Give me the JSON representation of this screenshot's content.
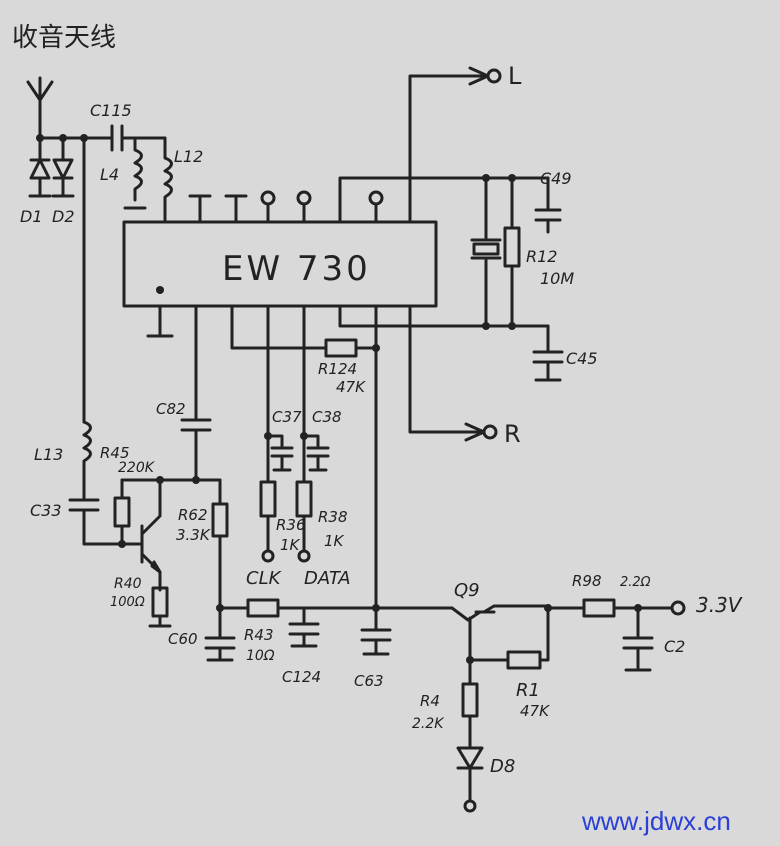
{
  "title": "收音天线",
  "ic_label": "EW 730",
  "watermark": "www.jdwx.cn",
  "labels": {
    "c115": "C115",
    "d1": "D1",
    "d2": "D2",
    "l4": "L4",
    "l12": "L12",
    "c49": "C49",
    "r12": "R12",
    "r12_val": "10M",
    "c45": "C45",
    "out_l": "L",
    "out_r": "R",
    "r124": "R124",
    "r124_val": "47K",
    "c82": "C82",
    "c37": "C37",
    "c38": "C38",
    "r36": "R36",
    "r36_val": "1K",
    "r38": "R38",
    "r38_val": "1K",
    "clk": "CLK",
    "data": "DATA",
    "l13": "L13",
    "r45": "R45",
    "r45_val": "220K",
    "c33": "C33",
    "r62": "R62",
    "r62_val": "3.3K",
    "r40": "R40",
    "r40_val": "100Ω",
    "c60": "C60",
    "r43": "R43",
    "r43_val": "10Ω",
    "c124": "C124",
    "c63": "C63",
    "q9": "Q9",
    "r98": "R98",
    "r98_val": "2.2Ω",
    "vcc": "3.3V",
    "c2": "C2",
    "r1": "R1",
    "r1_val": "47K",
    "r4": "R4",
    "r4_val": "2.2K",
    "d8": "D8"
  }
}
